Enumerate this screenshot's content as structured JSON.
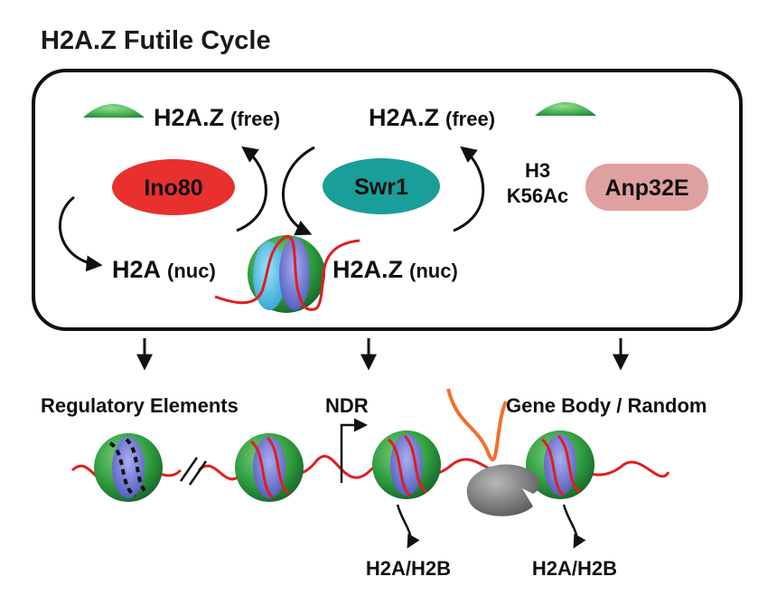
{
  "title": "H2A.Z Futile Cycle",
  "cycle": {
    "free_left": {
      "name": "H2A.Z",
      "state": "(free)"
    },
    "free_right": {
      "name": "H2A.Z",
      "state": "(free)"
    },
    "nuc_left": {
      "name": "H2A",
      "state": "(nuc)"
    },
    "nuc_right": {
      "name": "H2A.Z",
      "state": "(nuc)"
    },
    "h3_mark_line1": "H3",
    "h3_mark_line2": "K56Ac"
  },
  "enzymes": {
    "ino80": {
      "label": "Ino80",
      "color": "#e8302e"
    },
    "swr1": {
      "label": "Swr1",
      "color": "#1a9e9a"
    },
    "anp32e": {
      "label": "Anp32E",
      "color": "#dfa0a0"
    }
  },
  "locations": {
    "regulatory": "Regulatory Elements",
    "ndr": "NDR",
    "gene_body": "Gene Body / Random"
  },
  "evicted": {
    "left": "H2A/H2B",
    "right": "H2A/H2B"
  },
  "colors": {
    "dna": "#e01e1e",
    "histone_green": "#2e9e3e",
    "histone_blue": "#6a72c8",
    "histone_cyan": "#3ab8e0",
    "free_h2az": "#2e9e3e",
    "polymerase": "#7c7c7c",
    "rna": "#f07030"
  }
}
